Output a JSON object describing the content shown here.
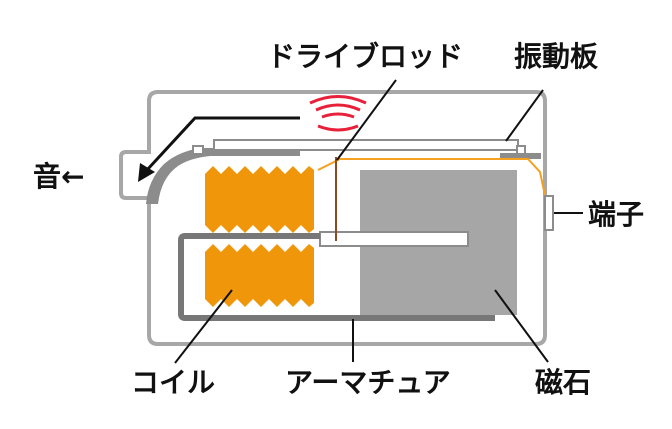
{
  "labels": {
    "drive_rod": "ドライブロッド",
    "diaphragm": "振動板",
    "sound": "音←",
    "terminal": "端子",
    "coil": "コイル",
    "armature": "アーマチュア",
    "magnet": "磁石"
  },
  "colors": {
    "housing": "#a7a7a7",
    "coil": "#f0960a",
    "magnet": "#a6a6a6",
    "armature": "#777777",
    "sound_wave": "#e8213b",
    "diaphragm_edge": "#f4a020",
    "text": "#111111"
  }
}
